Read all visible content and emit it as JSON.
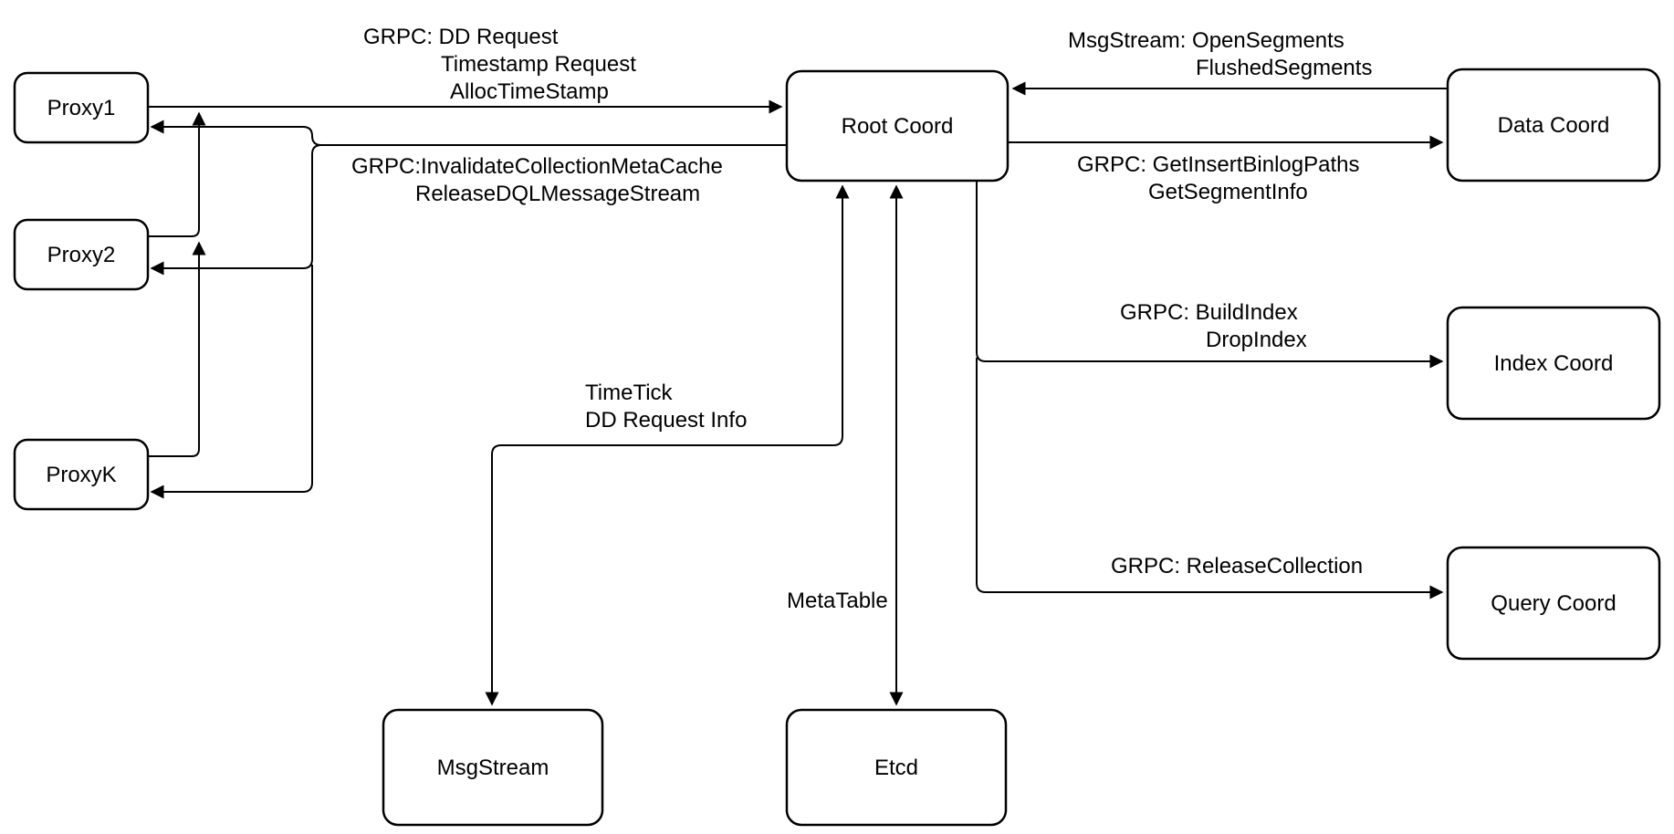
{
  "diagram": {
    "background_color": "#ffffff",
    "line_color": "#000000",
    "nodes": {
      "proxy1": {
        "label": "Proxy1"
      },
      "proxy2": {
        "label": "Proxy2"
      },
      "proxyk": {
        "label": "ProxyK"
      },
      "root_coord": {
        "label": "Root Coord"
      },
      "data_coord": {
        "label": "Data Coord"
      },
      "index_coord": {
        "label": "Index Coord"
      },
      "query_coord": {
        "label": "Query Coord"
      },
      "msgstream": {
        "label": "MsgStream"
      },
      "etcd": {
        "label": "Etcd"
      }
    },
    "edge_labels": {
      "proxy_to_root": [
        "GRPC: DD Request",
        "Timestamp Request",
        "AllocTimeStamp"
      ],
      "root_to_proxy": [
        "GRPC:InvalidateCollectionMetaCache",
        "ReleaseDQLMessageStream"
      ],
      "data_to_root": [
        "MsgStream: OpenSegments",
        "FlushedSegments"
      ],
      "root_to_data": [
        "GRPC: GetInsertBinlogPaths",
        "GetSegmentInfo"
      ],
      "root_to_index": [
        "GRPC: BuildIndex",
        "DropIndex"
      ],
      "root_to_query": [
        "GRPC: ReleaseCollection"
      ],
      "root_to_msgstream": [
        "TimeTick",
        "DD Request Info"
      ],
      "root_to_etcd": [
        "MetaTable"
      ]
    }
  }
}
